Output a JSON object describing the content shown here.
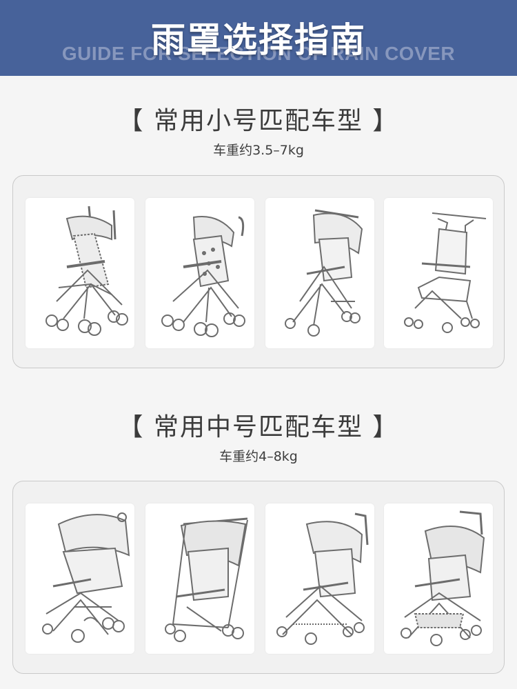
{
  "banner": {
    "title": "雨罩选择指南",
    "subtitle": "GUIDE FOR SELECTION OF RAIN COVER",
    "color": "#47629a"
  },
  "sections": [
    {
      "title": "【 常用小号匹配车型 】",
      "weight": "车重约3.5–7kg",
      "strollers": [
        "umbrella-stroller-patterned-icon",
        "umbrella-stroller-leopard-icon",
        "compact-stroller-canopy-icon",
        "pocket-stroller-icon"
      ]
    },
    {
      "title": "【 常用中号匹配车型 】",
      "weight": "车重约4–8kg",
      "strollers": [
        "travel-stroller-canopy-icon",
        "lightweight-stroller-icon",
        "foldable-stroller-icon",
        "city-stroller-basket-icon"
      ]
    }
  ]
}
